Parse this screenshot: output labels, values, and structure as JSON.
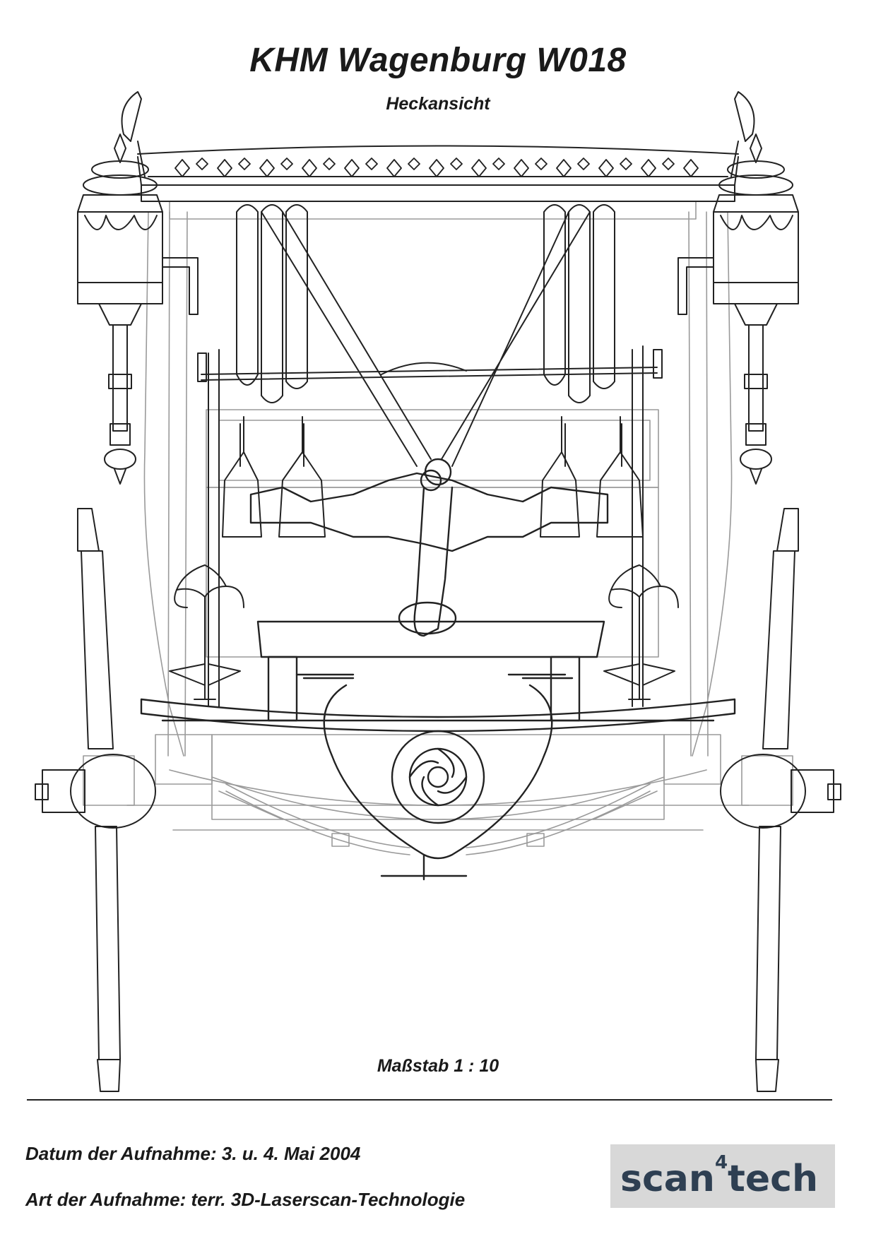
{
  "header": {
    "title": "KHM Wagenburg W018",
    "subtitle": "Heckansicht"
  },
  "drawing": {
    "subject": "carriage rear elevation line drawing"
  },
  "footer": {
    "scale": "Maßstab 1 : 10",
    "date_label": "Datum der Aufnahme: 3. u. 4. Mai 2004",
    "type_label": "Art der Aufnahme: terr. 3D-Laserscan-Technologie"
  },
  "logo": {
    "text": "scan⁴tech",
    "text_main": "scan",
    "text_sup": "4",
    "text_end": "tech",
    "color": "#2e3f52",
    "background": "#d8d8d8"
  },
  "colors": {
    "line_dark": "#222222",
    "line_light": "#9a9a9a"
  }
}
